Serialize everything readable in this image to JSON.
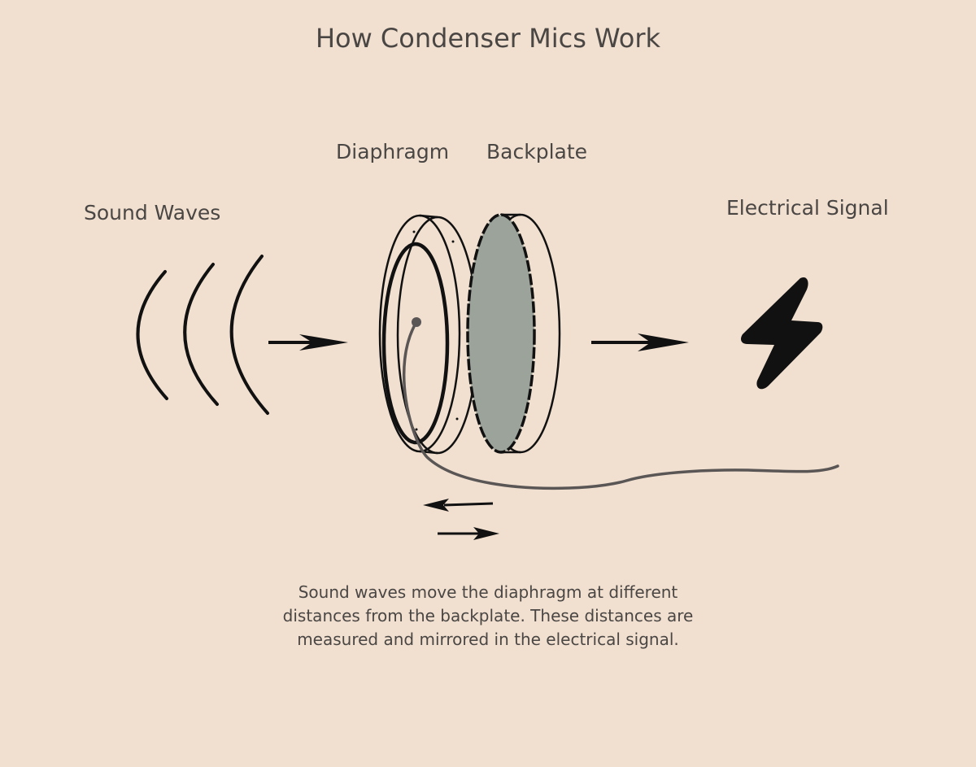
{
  "title": "How Condenser Mics Work",
  "labels": {
    "sound_waves": "Sound Waves",
    "diaphragm": "Diaphragm",
    "backplate": "Backplate",
    "electrical_signal": "Electrical Signal"
  },
  "caption": {
    "line1": "Sound waves move the diaphragm at different",
    "line2": "distances from the backplate.  These distances are",
    "line3": "measured and mirrored in the electrical signal."
  },
  "colors": {
    "background": "#f1e0d0",
    "ink": "#111111",
    "backplate_fill": "#9ca39a",
    "wire": "#5a5656"
  },
  "icons": [
    "sound-wave-icon",
    "arrow-right-icon",
    "lightning-bolt-icon",
    "arrow-left-icon"
  ]
}
